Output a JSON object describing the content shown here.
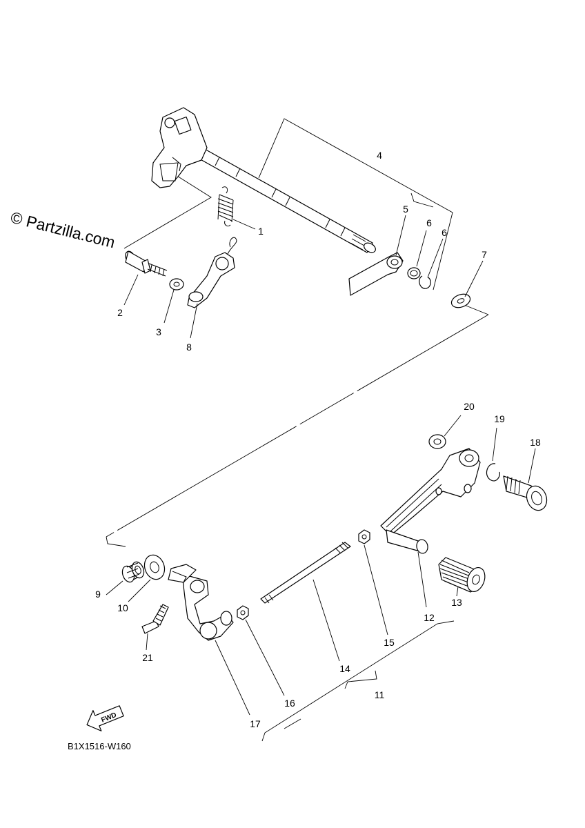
{
  "watermark": "© Partzilla.com",
  "drawing_code": "B1X1516-W160",
  "direction_label": "FWD",
  "callouts": {
    "c1": "1",
    "c2": "2",
    "c3": "3",
    "c4": "4",
    "c5": "5",
    "c6a": "6",
    "c6b": "6",
    "c7": "7",
    "c8": "8",
    "c9": "9",
    "c10": "10",
    "c11": "11",
    "c12": "12",
    "c13": "13",
    "c14": "14",
    "c15": "15",
    "c16": "16",
    "c17": "17",
    "c18": "18",
    "c19": "19",
    "c20": "20",
    "c21": "21"
  }
}
